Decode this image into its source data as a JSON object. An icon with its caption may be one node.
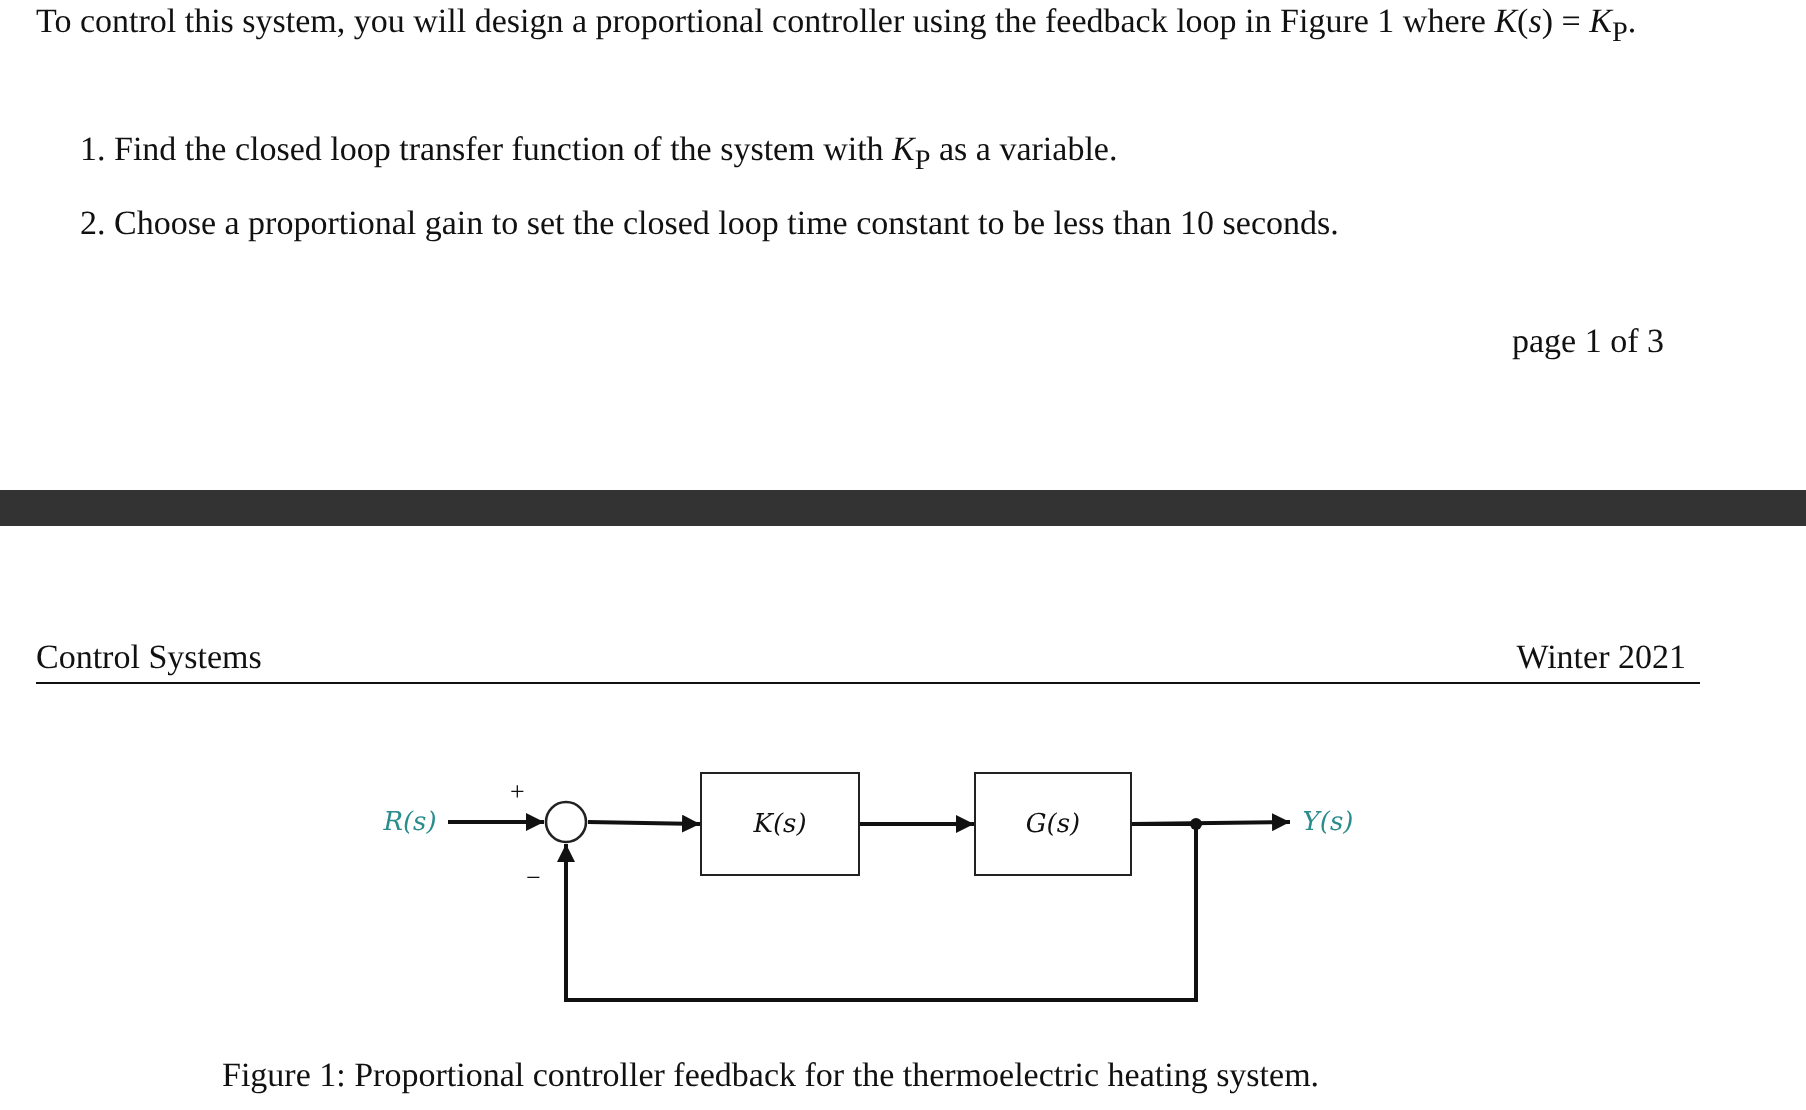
{
  "diagram": {
    "caption": "Figure 1: Proportional controller feedback for the thermoelectric heating system.",
    "nodes": [
      {
        "text": [
          "R(s)"
        ]
      },
      {
        "text": [],
        "shape": "circle"
      },
      {
        "text": [
          "K(s)"
        ]
      },
      {
        "text": [
          "G(s)"
        ]
      },
      {
        "text": [
          "Y(s)"
        ]
      }
    ],
    "edges": [
      {
        "from": 0,
        "to": 1,
        "arrow": "to"
      },
      {
        "from": 1,
        "to": 2,
        "arrow": "to"
      },
      {
        "from": 2,
        "to": 3,
        "arrow": "to"
      },
      {
        "from": 3,
        "to": 4,
        "arrow": "to"
      },
      {
        "from": 3,
        "to": 1,
        "arrow": "to"
      }
    ],
    "labels": [
      "To control this system, you will design a proportional controller using the feedback loop in Figure 1 where *K*(*s*) = *K*$_{P}$.",
      "1. Find the closed loop transfer function of the system with *K*$_{P}$ as a variable.",
      "2. Choose a proportional gain to set the closed loop time constant to be less than 10 seconds.",
      "page 1 of 3",
      "Control Systems",
      "Winter 2021",
      "+",
      "−"
    ]
  }
}
